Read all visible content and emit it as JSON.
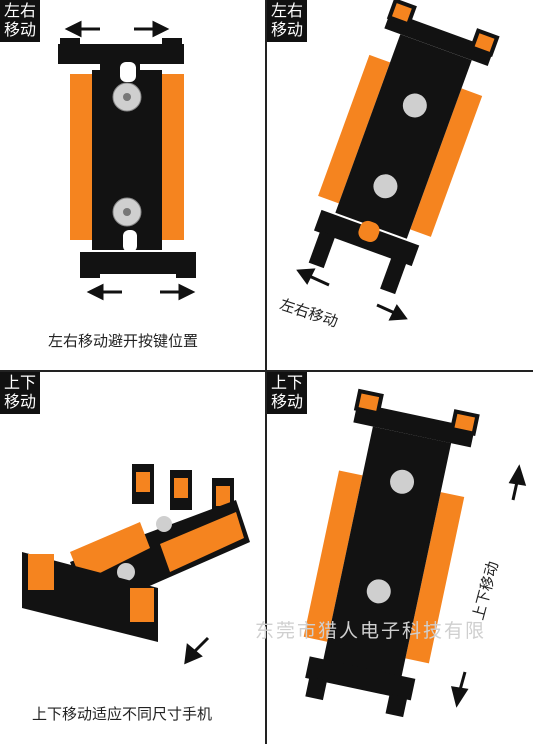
{
  "panels": [
    {
      "tag_line1": "左右",
      "tag_line2": "移动",
      "caption": "左右移动避开按键位置"
    },
    {
      "tag_line1": "左右",
      "tag_line2": "移动",
      "caption": "左右移动"
    },
    {
      "tag_line1": "上下",
      "tag_line2": "移动",
      "caption": "上下移动适应不同尺寸手机"
    },
    {
      "tag_line1": "上下",
      "tag_line2": "移动",
      "caption": "上下移动"
    }
  ],
  "watermark": "东莞市猎人电子科技有限",
  "colors": {
    "orange": "#f5841f",
    "black": "#121212",
    "steel": "#cfcfcf",
    "border": "#222222"
  }
}
